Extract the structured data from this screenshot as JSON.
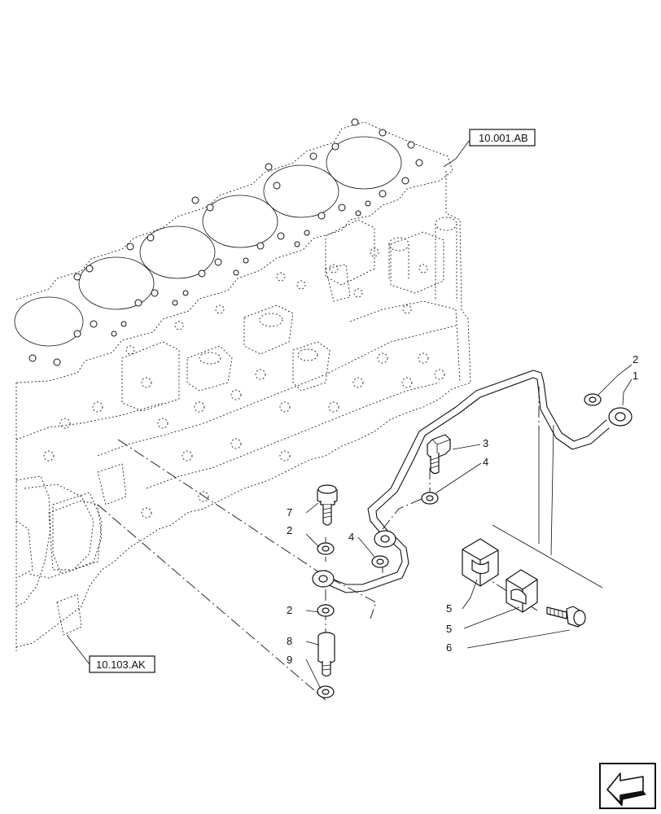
{
  "references": {
    "top": "10.001.AB",
    "bottom": "10.103.AK"
  },
  "callouts": {
    "c1": "1",
    "c2a": "2",
    "c2b": "2",
    "c2c": "2",
    "c3": "3",
    "c4a": "4",
    "c4b": "4",
    "c5a": "5",
    "c5b": "5",
    "c6": "6",
    "c7": "7",
    "c8": "8",
    "c9": "9"
  },
  "icons": {
    "nav": "previous-page-arrow-icon"
  }
}
